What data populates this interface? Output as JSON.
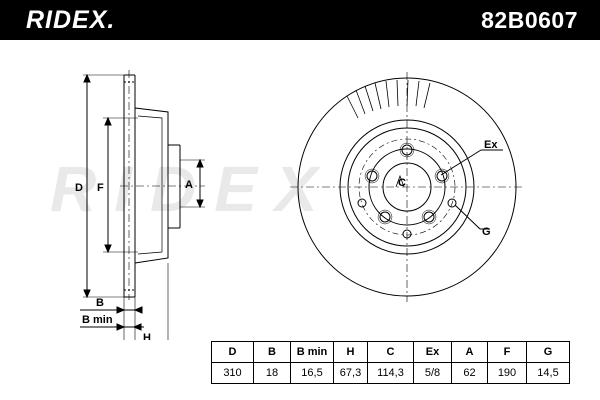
{
  "header": {
    "brand": "RIDEX.",
    "part_number": "82B0607"
  },
  "watermark": "RIDEX",
  "labels": {
    "D": "D",
    "F": "F",
    "A": "A",
    "B": "B",
    "B_min": "B min",
    "H": "H",
    "C": "C",
    "Ex": "Ex",
    "G": "G"
  },
  "table": {
    "headers": [
      "D",
      "B",
      "B min",
      "H",
      "C",
      "Ex",
      "A",
      "F",
      "G"
    ],
    "values": [
      "310",
      "18",
      "16,5",
      "67,3",
      "114,3",
      "5/8",
      "62",
      "190",
      "14,5"
    ]
  },
  "colors": {
    "header_bg": "#000000",
    "header_text": "#ffffff",
    "line": "#000000",
    "watermark": "#e9e9e9"
  }
}
